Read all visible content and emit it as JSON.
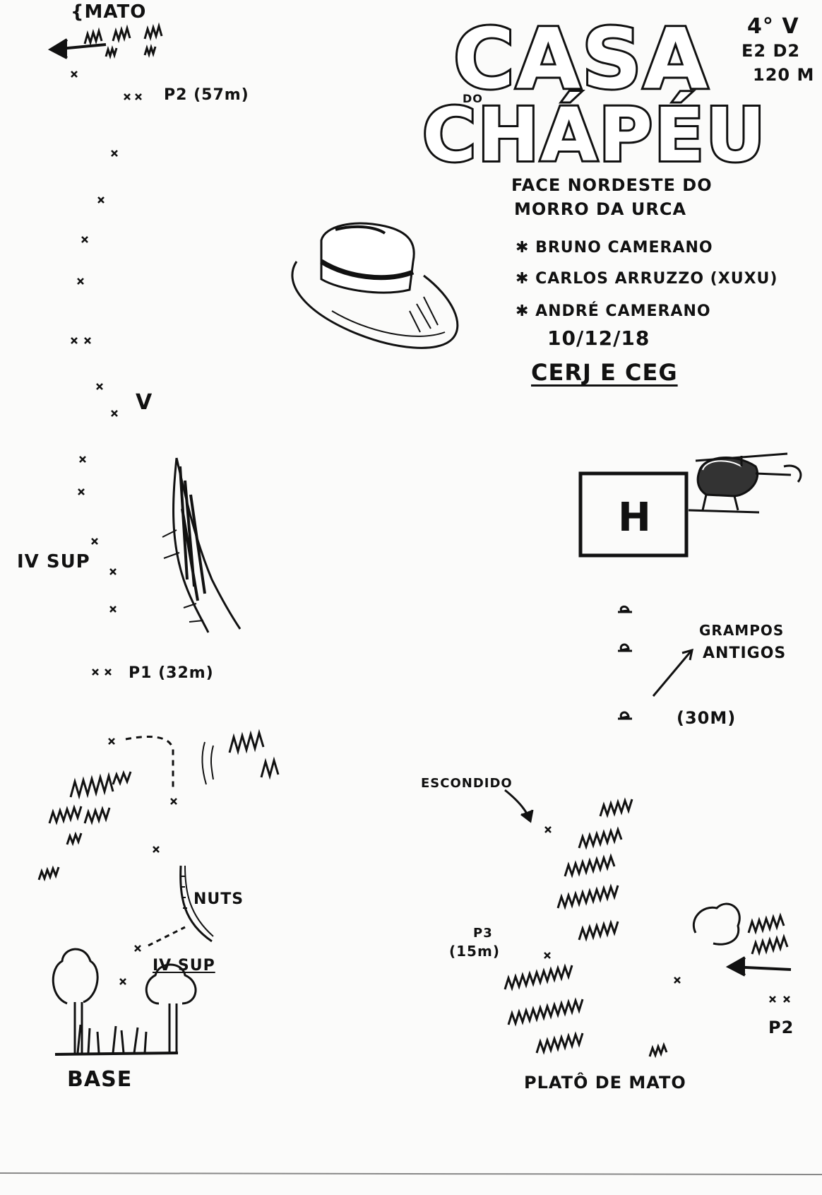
{
  "title": {
    "line1": "CASA",
    "small": "DO",
    "line2": "CHÁPÉU"
  },
  "grade": {
    "grade": "4° V",
    "exposure": "E2 D2",
    "length": "120 M"
  },
  "location": {
    "line1": "FACE NORDESTE DO",
    "line2": "MORRO DA URCA"
  },
  "climbers": [
    "BRUNO CAMERANO",
    "CARLOS ARRUZZO (XUXU)",
    "ANDRÉ CAMERANO"
  ],
  "date": "10/12/18",
  "clubs": "CERJ E CEG",
  "labels": {
    "mato": "MATO",
    "p2_top": "P2 (57m)",
    "grade_v": "V",
    "iv_sup_mid": "IV SUP",
    "p1": "P1 (32m)",
    "nuts": "NUTS",
    "iv_sup_low": "IV SUP",
    "base": "BASE",
    "heliport": "H",
    "grampos_1": "GRAMPOS",
    "grampos_2": "ANTIGOS",
    "thirty": "(30M)",
    "escondido": "ESCONDIDO",
    "p3_1": "P3",
    "p3_2": "(15m)",
    "p2_right": "P2",
    "plato": "PLATÔ DE MATO"
  }
}
